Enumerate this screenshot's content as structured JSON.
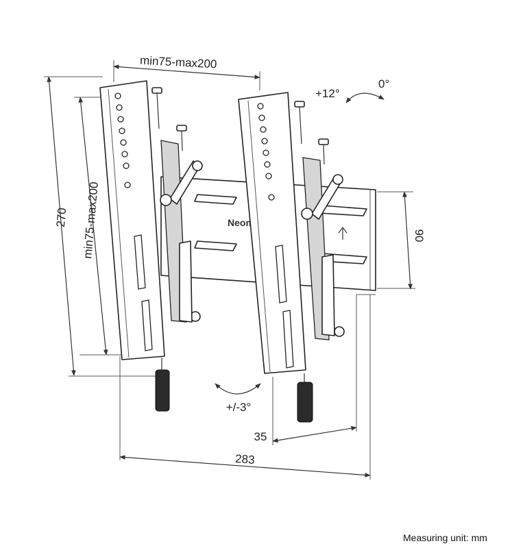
{
  "diagram": {
    "dimensions": {
      "top_width": "min75-max200",
      "overall_height": "270",
      "inner_height": "min75-max200",
      "plate_height": "90",
      "width": "283",
      "depth": "35"
    },
    "tilt": {
      "forward": "+12°",
      "neutral": "0°",
      "swivel": "+/-3°"
    },
    "brand": "Neom"
  },
  "footer": {
    "measuring_unit": "Measuring unit: mm"
  }
}
